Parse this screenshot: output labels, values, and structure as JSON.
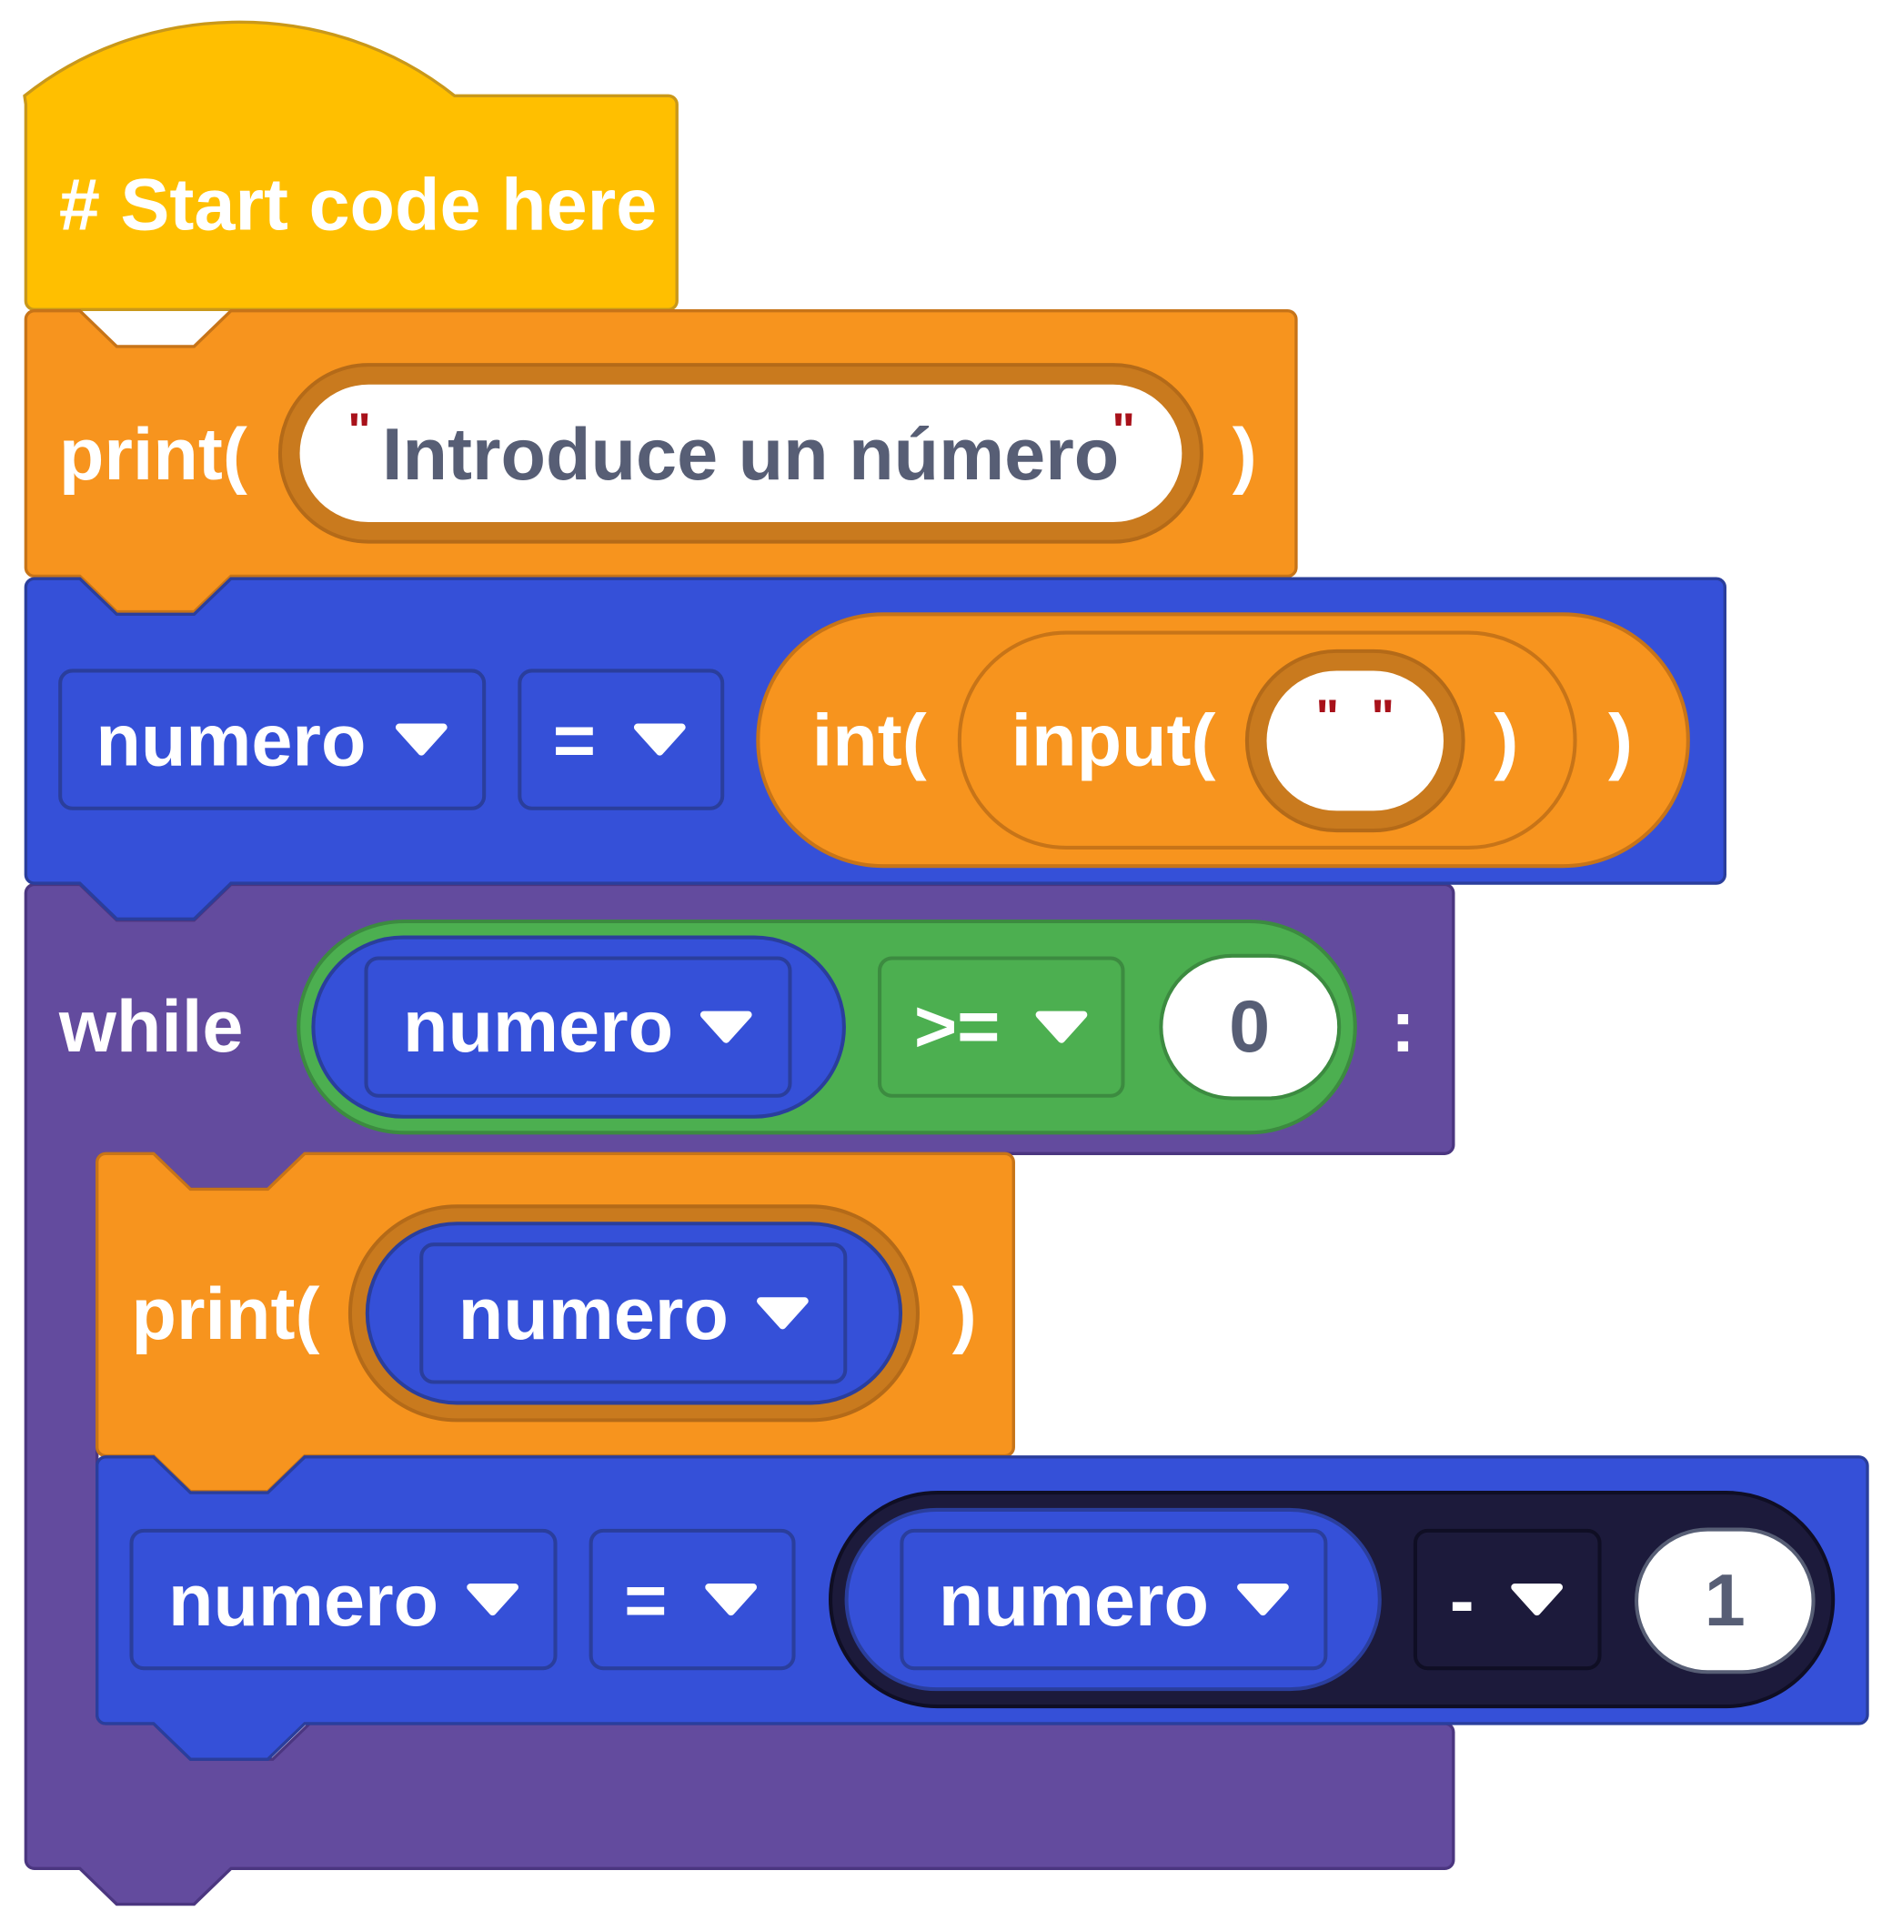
{
  "colors": {
    "hat": "#ffbf00",
    "print": "#f7941e",
    "variable": "#3550d8",
    "control": "#634b9e",
    "compare": "#4caf50",
    "math": "#1c1a3b",
    "literal": "#ffffff"
  },
  "hat": {
    "label": "# Start code here"
  },
  "print1": {
    "keyword": "print(",
    "string_value": "Introduce un número",
    "open_quote": "\"",
    "close_quote": "\"",
    "close_paren": ")"
  },
  "assign1": {
    "variable": "numero",
    "operator": "=",
    "int_keyword": "int(",
    "input_keyword": "input(",
    "input_open_quote": "\"",
    "input_close_quote": "\"",
    "close_paren_inner": ")",
    "close_paren_outer": ")"
  },
  "while_block": {
    "keyword": "while",
    "variable": "numero",
    "operator": ">=",
    "value": "0",
    "colon": ":"
  },
  "print2": {
    "keyword": "print(",
    "variable": "numero",
    "close_paren": ")"
  },
  "assign2": {
    "variable": "numero",
    "operator": "=",
    "expr_variable": "numero",
    "expr_operator": "-",
    "expr_value": "1"
  }
}
